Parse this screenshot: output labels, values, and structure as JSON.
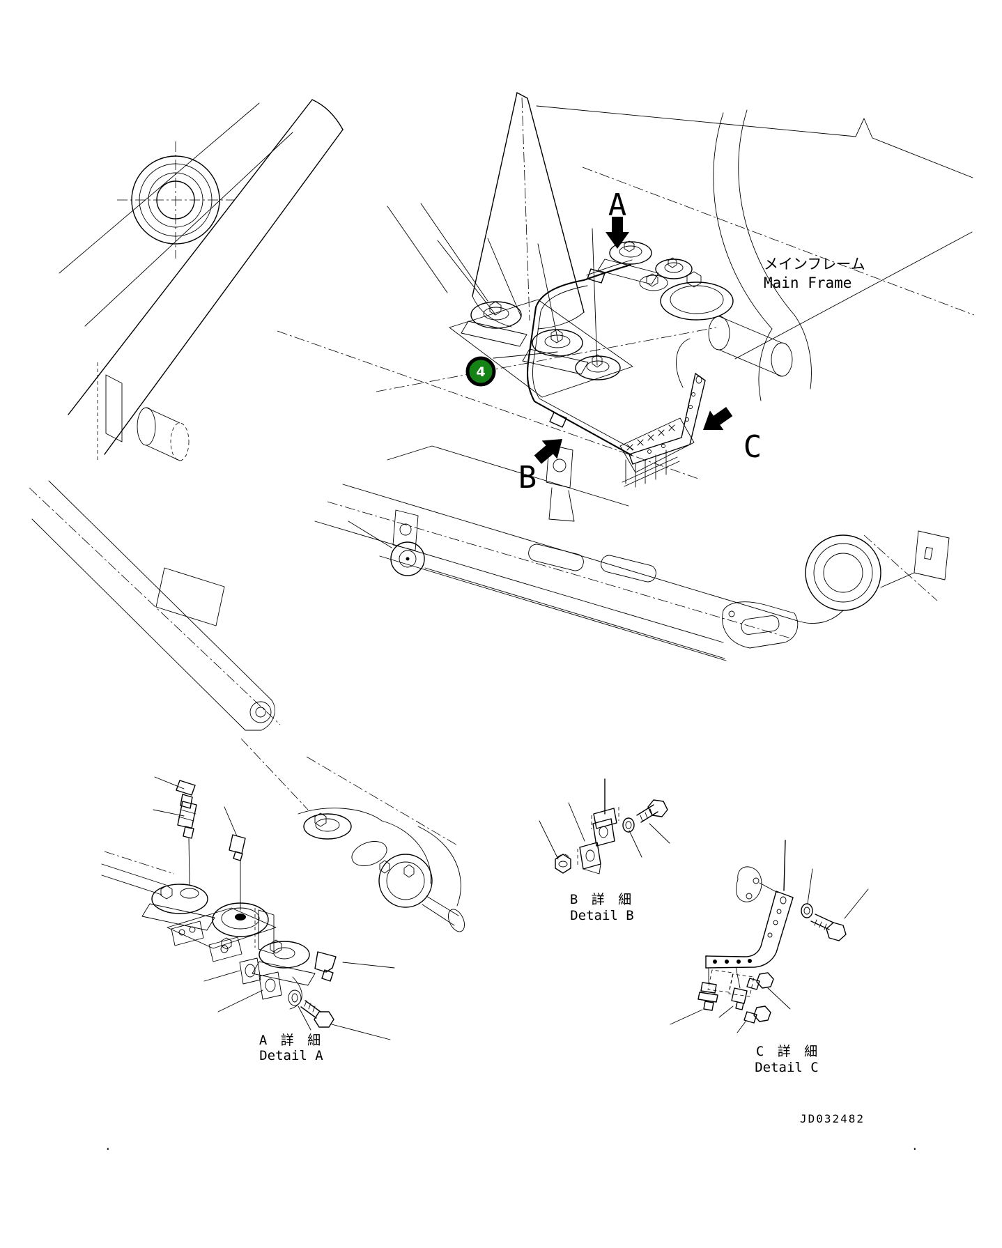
{
  "page": {
    "background": "#ffffff",
    "ink": "#000000",
    "footer_left_mark": ".",
    "footer_right_mark": "."
  },
  "main_view": {
    "frame_label_jp": "メインフレーム",
    "frame_label_en": "Main Frame",
    "arrow_a": "A",
    "arrow_b": "B",
    "arrow_c": "C",
    "callout_4": {
      "number": "4",
      "fill_color": "#148214",
      "ring_color": "#000000",
      "text_color": "#ffffff"
    }
  },
  "detail_a": {
    "label_jp": "A 詳 細",
    "label_en": "Detail A"
  },
  "detail_b": {
    "label_jp": "B 詳 細",
    "label_en": "Detail B"
  },
  "detail_c": {
    "label_jp": "C 詳 細",
    "label_en": "Detail C"
  },
  "drawing_number": "JD032482"
}
